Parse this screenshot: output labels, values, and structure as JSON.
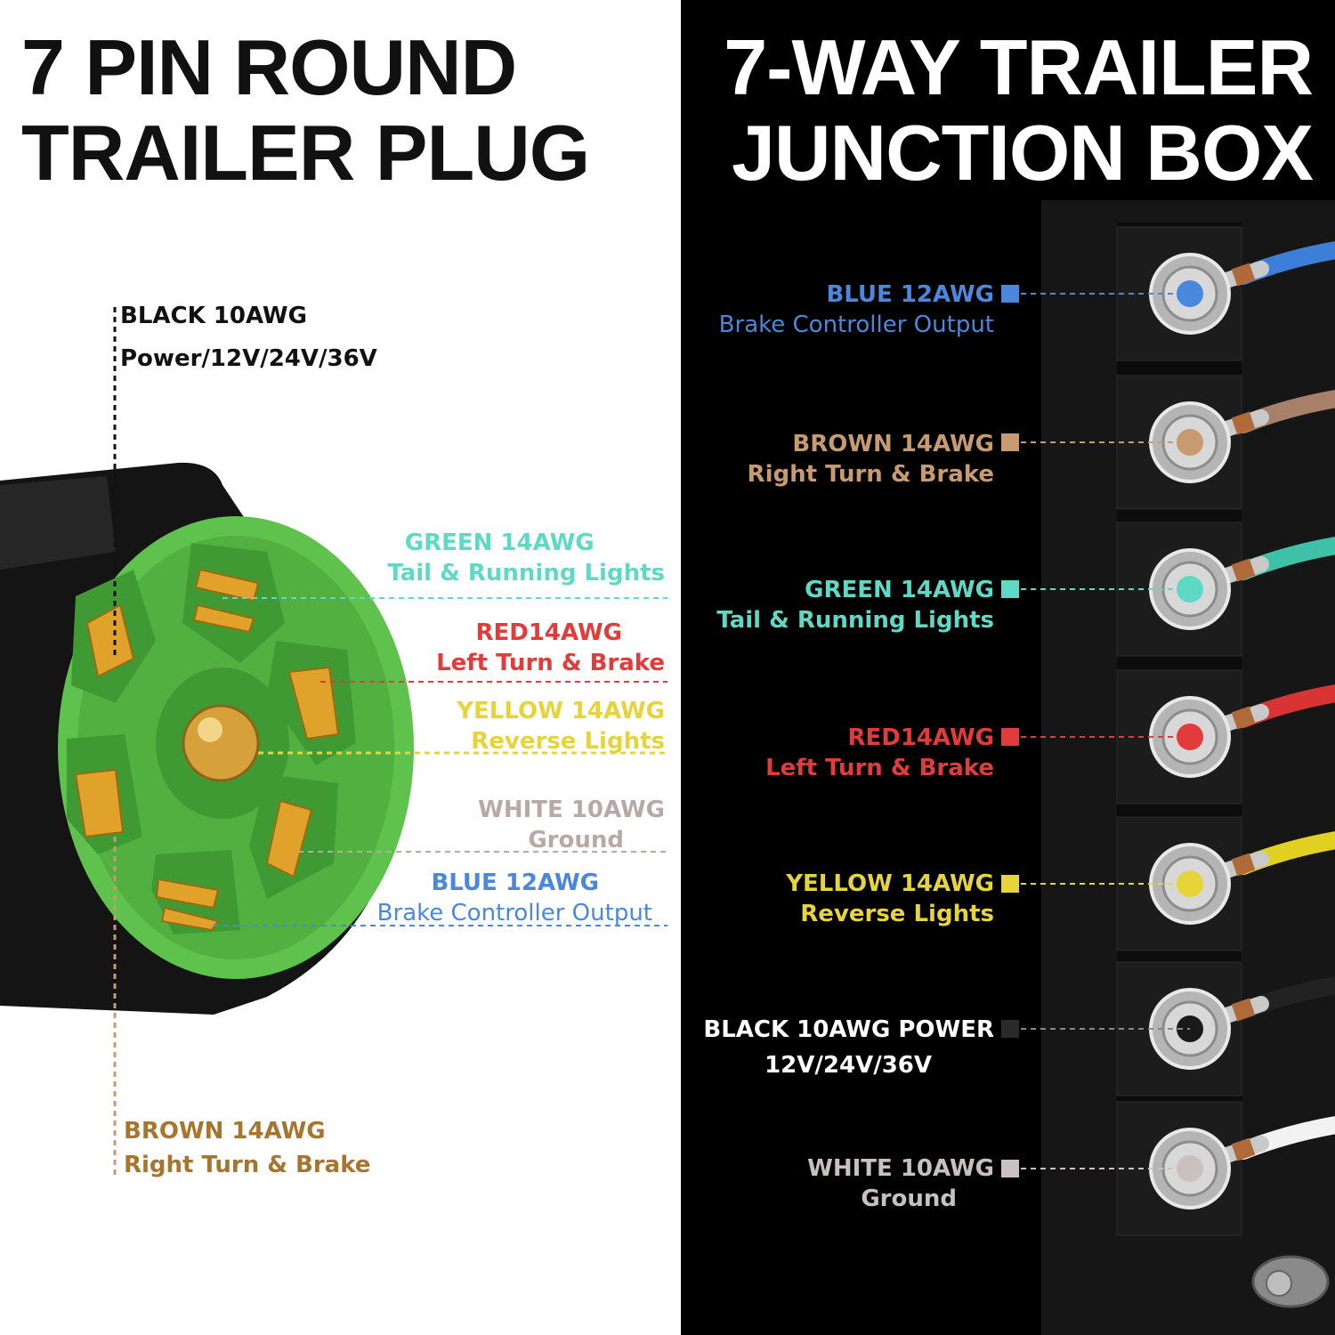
{
  "left_panel": {
    "title": [
      "7 PIN ROUND",
      "TRAILER PLUG"
    ],
    "labels": {
      "black": {
        "name": "BLACK 10AWG",
        "function": "Power/12V/24V/36V",
        "color": "#1a1a1a"
      },
      "green": {
        "name": "GREEN 14AWG",
        "function": "Tail & Running Lights",
        "color": "#5ed9c6"
      },
      "red": {
        "name": "RED14AWG",
        "function": "Left Turn & Brake",
        "color": "#e23b3b"
      },
      "yellow": {
        "name": "YELLOW 14AWG",
        "function": "Reverse Lights",
        "color": "#e6d43a"
      },
      "white": {
        "name": "WHITE 10AWG",
        "function": "Ground",
        "color": "#b8a9a9"
      },
      "blue": {
        "name": "BLUE 12AWG",
        "function": "Brake Controller Output",
        "color": "#4a88de"
      },
      "brown": {
        "name": "BROWN 14AWG",
        "function": "Right Turn & Brake",
        "color": "#a8752e"
      }
    }
  },
  "right_panel": {
    "title": [
      "7-WAY TRAILER",
      "JUNCTION BOX"
    ],
    "terminals": [
      {
        "name": "BLUE 12AWG",
        "function": "Brake Controller Output",
        "color": "#4a88de",
        "wire": "#3d7fd8"
      },
      {
        "name": "BROWN 14AWG",
        "function": "Right Turn & Brake",
        "color": "#c89a70",
        "wire": "#a68068"
      },
      {
        "name": "GREEN 14AWG",
        "function": "Tail & Running Lights",
        "color": "#5ed9c6",
        "wire": "#3ec1a8"
      },
      {
        "name": "RED14AWG",
        "function": "Left Turn & Brake",
        "color": "#e23b3b",
        "wire": "#d83434"
      },
      {
        "name": "YELLOW 14AWG",
        "function": "Reverse Lights",
        "color": "#e6d43a",
        "wire": "#e2d020"
      },
      {
        "name": "BLACK 10AWG POWER",
        "function": "12V/24V/36V",
        "color": "#ffffff",
        "wire": "#222222"
      },
      {
        "name": "WHITE 10AWG",
        "function": "Ground",
        "color": "#c9c0c0",
        "wire": "#f2f2f2"
      }
    ]
  }
}
